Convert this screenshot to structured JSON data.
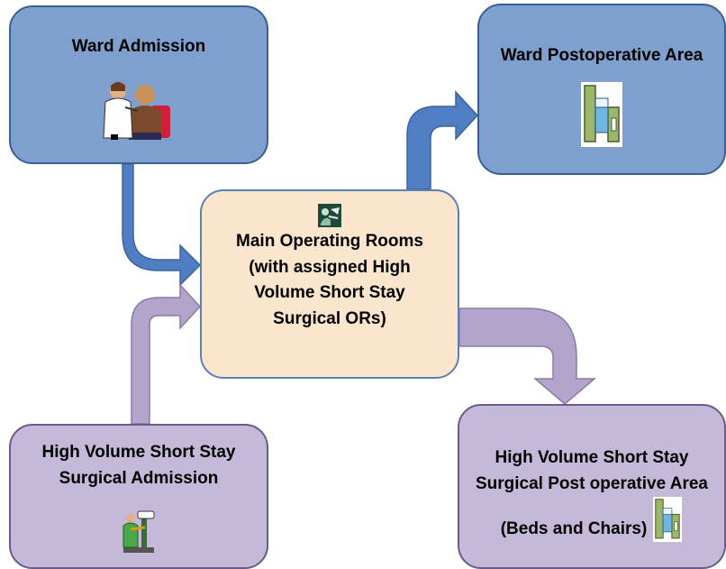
{
  "nodes": {
    "ward_admission": {
      "label": "Ward Admission",
      "icon": "doctor-patient-icon"
    },
    "ward_postop": {
      "label": "Ward Postoperative Area",
      "icon": "hospital-bed-icon"
    },
    "main_or": {
      "lines": [
        "Main Operating Rooms",
        "(with assigned High",
        "Volume Short Stay",
        "Surgical ORs)"
      ],
      "icon": "surgeon-icon"
    },
    "hv_admission": {
      "lines": [
        "High Volume Short Stay",
        "Surgical Admission"
      ],
      "icon": "patient-scale-icon"
    },
    "hv_postop": {
      "lines": [
        "High Volume Short Stay",
        "Surgical Post operative Area",
        "(Beds and Chairs)"
      ],
      "icon": "hospital-bed-icon"
    }
  },
  "edges": [
    {
      "from": "Ward Admission",
      "to": "Main Operating Rooms",
      "color": "#4f7ec2"
    },
    {
      "from": "High Volume Short Stay Surgical Admission",
      "to": "Main Operating Rooms",
      "color": "#b3a4cc"
    },
    {
      "from": "Main Operating Rooms",
      "to": "Ward Postoperative Area",
      "color": "#4f7ec2"
    },
    {
      "from": "Main Operating Rooms",
      "to": "High Volume Short Stay Surgical Post operative Area",
      "color": "#b3a4cc"
    }
  ],
  "colors": {
    "blue_box": "#7fa0cf",
    "purple_box": "#c5b9d9",
    "beige_box": "#fbe5cc",
    "blue_arrow": "#4f7ec2",
    "purple_arrow": "#b3a4cc"
  }
}
